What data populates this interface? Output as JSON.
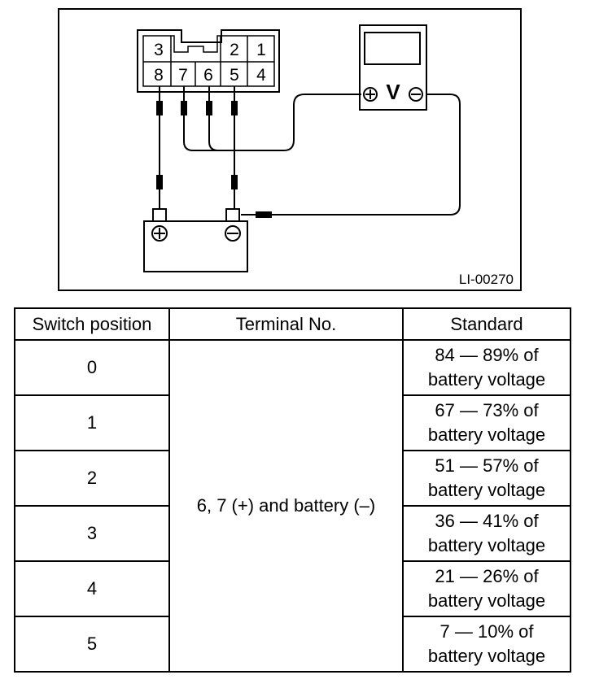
{
  "diagram": {
    "connector_terminals": {
      "top_row": [
        "3",
        "2",
        "1"
      ],
      "bottom_row": [
        "8",
        "7",
        "6",
        "5",
        "4"
      ]
    },
    "voltmeter": {
      "label": "V",
      "positive_symbol": "+",
      "negative_symbol": "−"
    },
    "battery": {
      "positive_symbol": "+",
      "negative_symbol": "−"
    },
    "figure_code": "LI-00270"
  },
  "table": {
    "headers": [
      "Switch position",
      "Terminal No.",
      "Standard"
    ],
    "terminal_no": "6, 7 (+) and battery (–)",
    "rows": [
      {
        "position": "0",
        "standard_line1": "84 — 89% of",
        "standard_line2": "battery voltage"
      },
      {
        "position": "1",
        "standard_line1": "67 — 73% of",
        "standard_line2": "battery voltage"
      },
      {
        "position": "2",
        "standard_line1": "51 — 57% of",
        "standard_line2": "battery voltage"
      },
      {
        "position": "3",
        "standard_line1": "36 — 41% of",
        "standard_line2": "battery voltage"
      },
      {
        "position": "4",
        "standard_line1": "21 — 26% of",
        "standard_line2": "battery voltage"
      },
      {
        "position": "5",
        "standard_line1": "7 — 10% of",
        "standard_line2": "battery voltage"
      }
    ]
  }
}
